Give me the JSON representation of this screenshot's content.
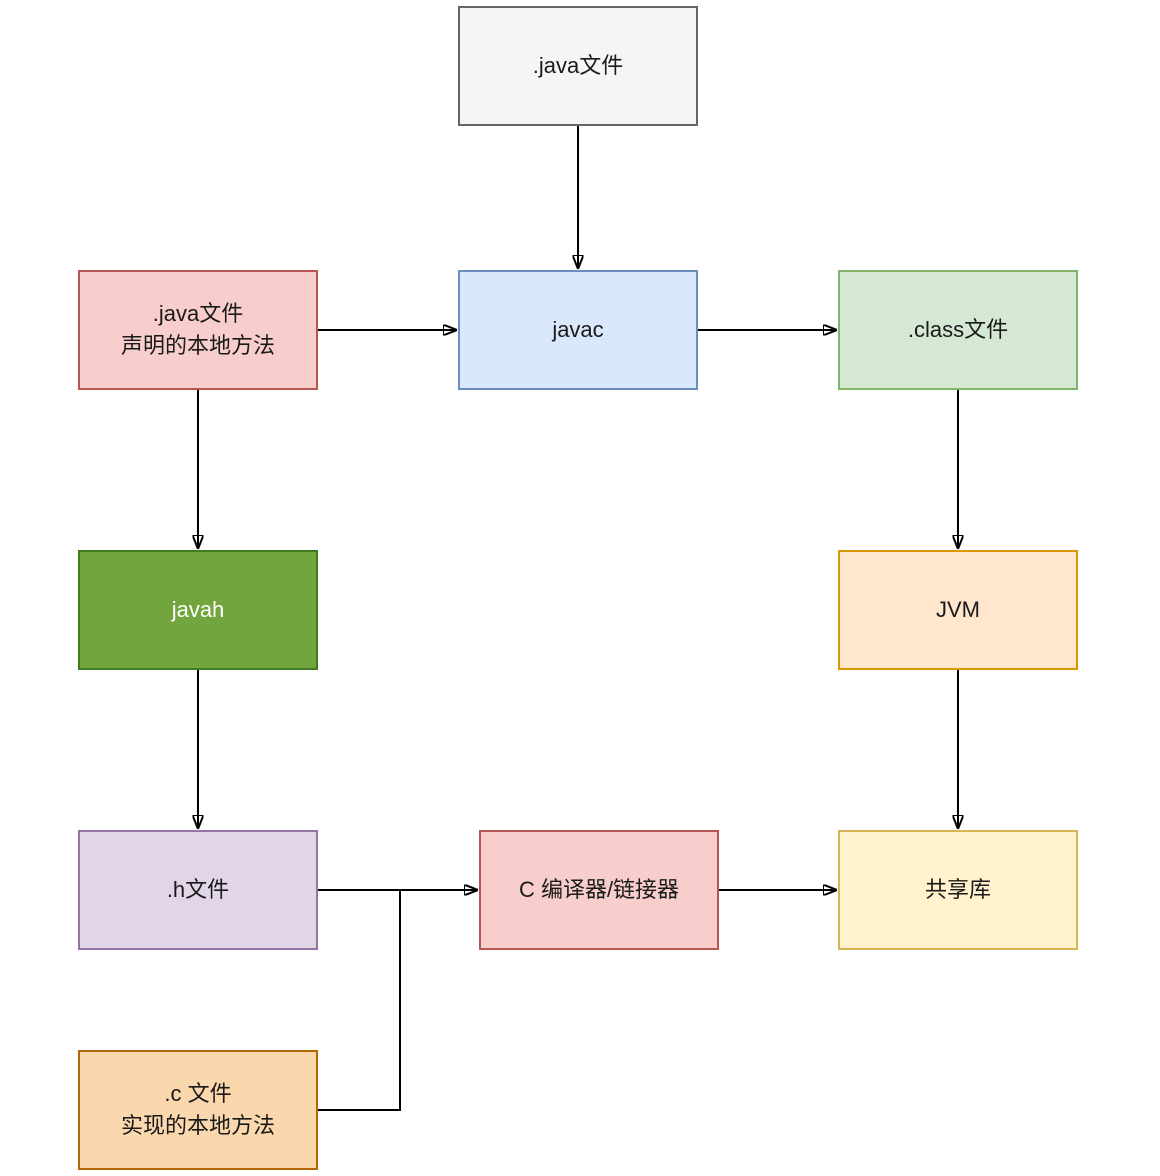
{
  "diagram": {
    "type": "flowchart",
    "topic": "JNI build pipeline",
    "connector_color": "#000000",
    "background_color": "#ffffff",
    "nodes": {
      "java_file": {
        "label": ".java文件",
        "fill": "#f5f5f5",
        "stroke": "#666666",
        "text_color": "#1a1a1a"
      },
      "java_native_decl": {
        "label": ".java文件\n声明的本地方法",
        "fill": "#f8cecc",
        "stroke": "#b85450",
        "text_color": "#1a1a1a"
      },
      "javac": {
        "label": "javac",
        "fill": "#dae8fc",
        "stroke": "#6c8ebf",
        "text_color": "#1a1a1a"
      },
      "class_file": {
        "label": ".class文件",
        "fill": "#d5e8d4",
        "stroke": "#82b366",
        "text_color": "#1a1a1a"
      },
      "javah": {
        "label": "javah",
        "fill": "#72a53d",
        "stroke": "#3f7c1f",
        "text_color": "#ffffff"
      },
      "jvm": {
        "label": "JVM",
        "fill": "#ffe6cc",
        "stroke": "#d79b00",
        "text_color": "#1a1a1a"
      },
      "h_file": {
        "label": ".h文件",
        "fill": "#e1d5e7",
        "stroke": "#9673a6",
        "text_color": "#1a1a1a"
      },
      "c_compiler": {
        "label": "C 编译器/链接器",
        "fill": "#f8cecc",
        "stroke": "#b85450",
        "text_color": "#1a1a1a"
      },
      "shared_lib": {
        "label": "共享库",
        "fill": "#fff2cc",
        "stroke": "#d6b656",
        "text_color": "#1a1a1a"
      },
      "c_file": {
        "label": ".c 文件\n实现的本地方法",
        "fill": "#fad7ac",
        "stroke": "#b46504",
        "text_color": "#1a1a1a"
      }
    },
    "edges": [
      {
        "from": "java_file",
        "to": "javac",
        "arrow": true
      },
      {
        "from": "java_native_decl",
        "to": "javac",
        "arrow": true
      },
      {
        "from": "javac",
        "to": "class_file",
        "arrow": true
      },
      {
        "from": "class_file",
        "to": "jvm",
        "arrow": true
      },
      {
        "from": "java_native_decl",
        "to": "javah",
        "arrow": true
      },
      {
        "from": "javah",
        "to": "h_file",
        "arrow": true
      },
      {
        "from": "jvm",
        "to": "shared_lib",
        "arrow": true
      },
      {
        "from": "h_file",
        "to": "c_compiler",
        "arrow": true
      },
      {
        "from": "c_file",
        "to": "c_compiler",
        "arrow": false,
        "note": "joins h_file connector before arrowhead"
      },
      {
        "from": "c_compiler",
        "to": "shared_lib",
        "arrow": true
      }
    ]
  }
}
